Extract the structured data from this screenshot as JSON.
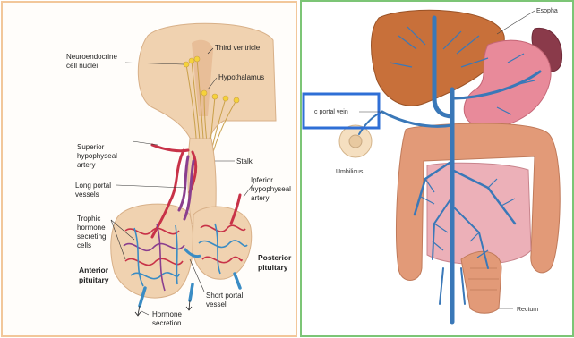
{
  "left_panel": {
    "border_color": "#f2c79a",
    "labels": {
      "neuroendocrine": [
        "Neuroendocrine",
        "cell nuclei"
      ],
      "third_ventricle": "Third ventricle",
      "hypothalamus": "Hypothalamus",
      "superior_artery": [
        "Superior",
        "hypophyseal",
        "artery"
      ],
      "stalk": "Stalk",
      "long_portal": [
        "Long portal",
        "vessels"
      ],
      "inferior_artery": [
        "Inferior",
        "hypophyseal",
        "artery"
      ],
      "trophic": [
        "Trophic",
        "hormone",
        "secreting",
        "cells"
      ],
      "anterior": [
        "Anterior",
        "pituitary"
      ],
      "posterior": [
        "Posterior",
        "pituitary"
      ],
      "short_portal": [
        "Short portal",
        "vessel"
      ],
      "hormone_secretion": [
        "Hormone",
        "secretion"
      ]
    }
  },
  "right_panel": {
    "border_color": "#7cc576",
    "highlight_color": "#2f6fd6",
    "labels": {
      "esophagus": "Esopha",
      "portal_vein": "c portal vein",
      "umbilicus": "Umbilicus",
      "rectum": "Rectum"
    }
  }
}
